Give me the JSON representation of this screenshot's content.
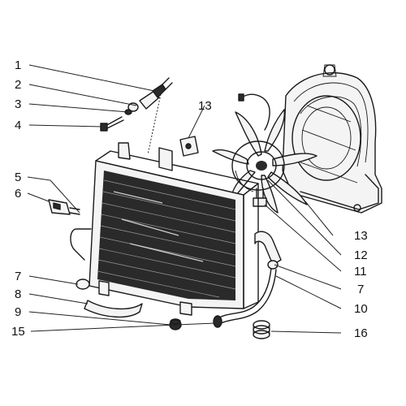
{
  "callouts": [
    {
      "id": "c1",
      "label": "1"
    },
    {
      "id": "c2",
      "label": "2"
    },
    {
      "id": "c3",
      "label": "3"
    },
    {
      "id": "c4",
      "label": "4"
    },
    {
      "id": "c5",
      "label": "5"
    },
    {
      "id": "c6",
      "label": "6"
    },
    {
      "id": "c7a",
      "label": "7"
    },
    {
      "id": "c8",
      "label": "8"
    },
    {
      "id": "c9",
      "label": "9"
    },
    {
      "id": "c15",
      "label": "15"
    },
    {
      "id": "c13a",
      "label": "13"
    },
    {
      "id": "c13b",
      "label": "13"
    },
    {
      "id": "c12",
      "label": "12"
    },
    {
      "id": "c11",
      "label": "11"
    },
    {
      "id": "c7b",
      "label": "7"
    },
    {
      "id": "c10",
      "label": "10"
    },
    {
      "id": "c16",
      "label": "16"
    }
  ]
}
